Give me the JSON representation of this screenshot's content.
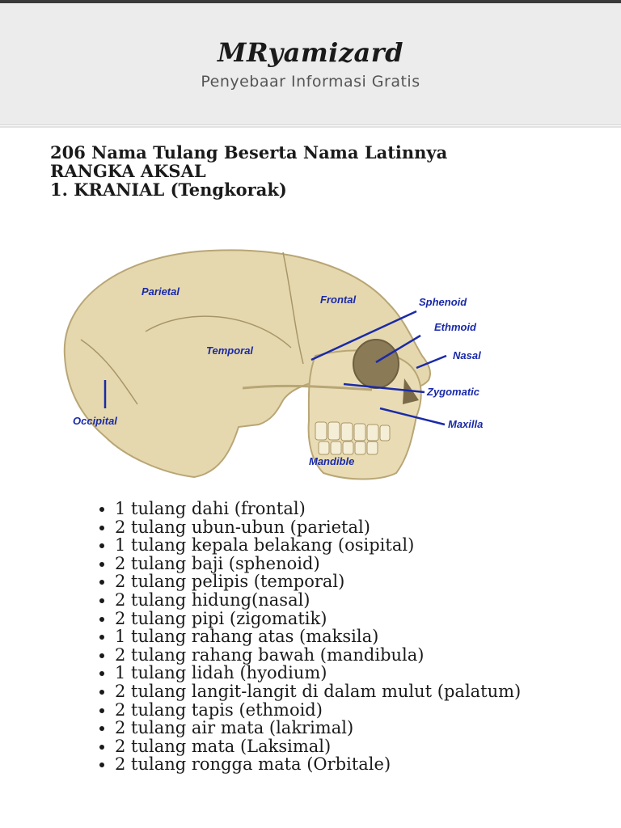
{
  "header": {
    "site_title": "MRyamizard",
    "tagline": "Penyebaar Informasi Gratis"
  },
  "post": {
    "title": "206 Nama Tulang Beserta Nama Latinnya",
    "section": "RANGKA AKSAL",
    "subsection": "1. KRANIAL (Tengkorak)"
  },
  "figure": {
    "labels": {
      "parietal": "Parietal",
      "frontal": "Frontal",
      "sphenoid": "Sphenoid",
      "ethmoid": "Ethmoid",
      "temporal": "Temporal",
      "nasal": "Nasal",
      "zygomatic": "Zygomatic",
      "occipital": "Occipital",
      "maxilla": "Maxilla",
      "mandible": "Mandible"
    },
    "colors": {
      "label": "#1a2aa8",
      "bone": "#e6d8ae",
      "bone_shade": "#c9b98a"
    }
  },
  "bones": [
    "1 tulang dahi (frontal)",
    "2 tulang ubun-ubun (parietal)",
    "1 tulang kepala belakang (osipital)",
    "2 tulang baji (sphenoid)",
    "2 tulang pelipis (temporal)",
    "2 tulang hidung(nasal)",
    "2 tulang pipi (zigomatik)",
    "1 tulang rahang atas (maksila)",
    "2 tulang rahang bawah (mandibula)",
    "1 tulang lidah (hyodium)",
    "2 tulang langit-langit di dalam mulut (palatum)",
    "2 tulang tapis (ethmoid)",
    "2 tulang air mata (lakrimal)",
    "2 tulang mata (Laksimal)",
    "2 tulang rongga mata (Orbitale)"
  ]
}
